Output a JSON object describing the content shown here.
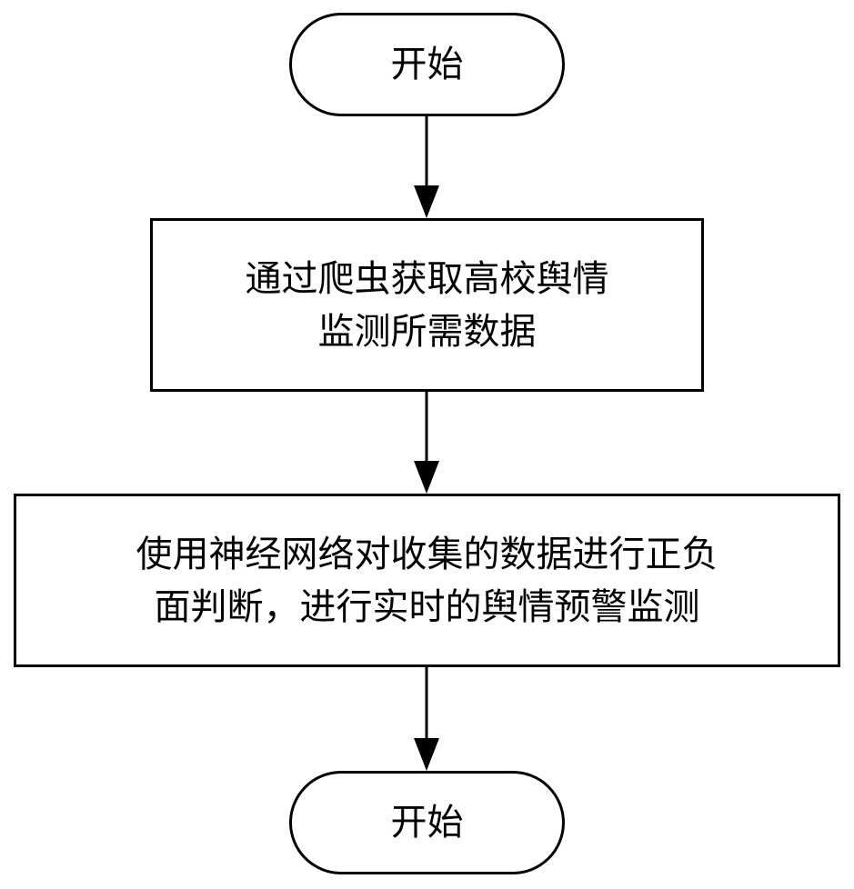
{
  "flowchart": {
    "nodes": [
      {
        "id": "start",
        "shape": "terminal",
        "lines": [
          "开始"
        ]
      },
      {
        "id": "crawl",
        "shape": "process",
        "lines": [
          "通过爬虫获取高校舆情",
          "监测所需数据"
        ]
      },
      {
        "id": "analyze",
        "shape": "process",
        "lines": [
          "使用神经网络对收集的数据进行正负",
          "面判断，进行实时的舆情预警监测"
        ]
      },
      {
        "id": "end",
        "shape": "terminal",
        "lines": [
          "开始"
        ]
      }
    ],
    "edges": [
      {
        "from": "start",
        "to": "crawl"
      },
      {
        "from": "crawl",
        "to": "analyze"
      },
      {
        "from": "analyze",
        "to": "end"
      }
    ],
    "colors": {
      "stroke": "#000000",
      "fill": "#ffffff",
      "text": "#000000"
    }
  }
}
